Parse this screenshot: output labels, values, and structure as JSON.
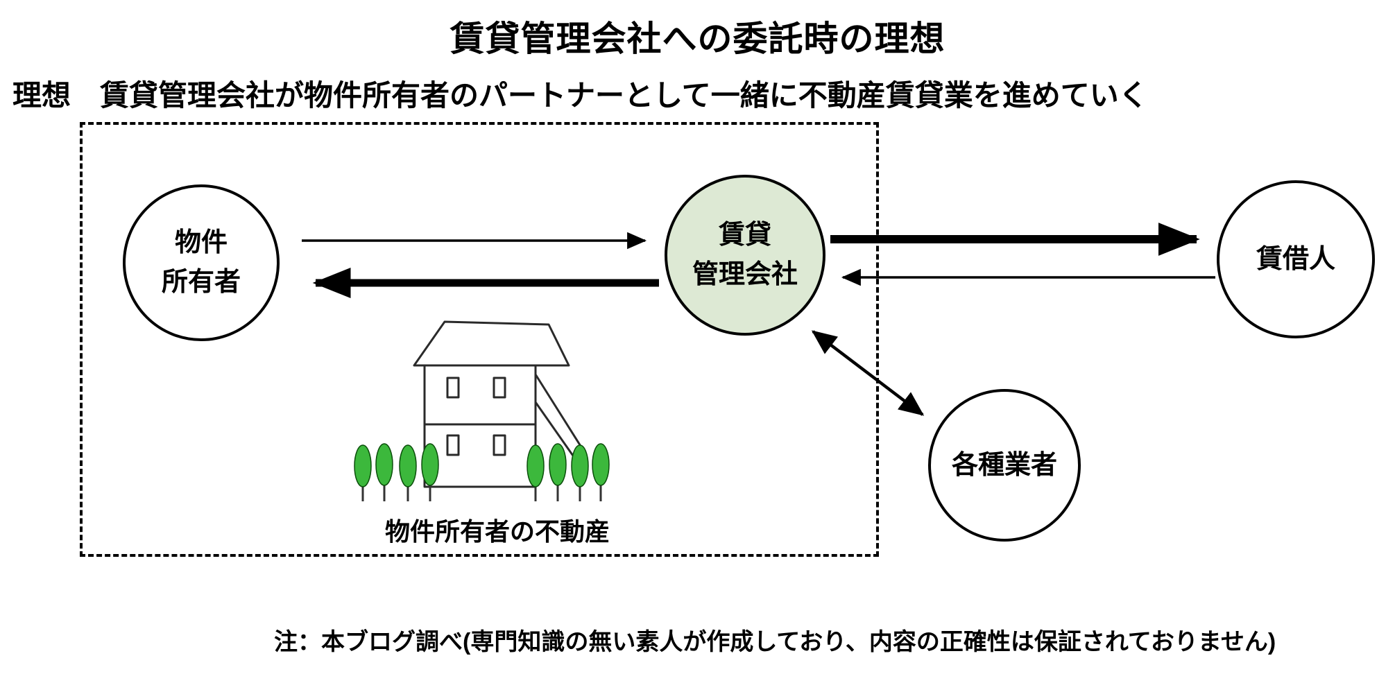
{
  "title": "賃貸管理会社への委託時の理想",
  "subtitle": "理想　賃貸管理会社が物件所有者のパートナーとして一緒に不動産賃貸業を進めていく",
  "nodes": {
    "owner": {
      "line1": "物件",
      "line2": "所有者"
    },
    "manager": {
      "line1": "賃貸",
      "line2": "管理会社"
    },
    "tenant": {
      "label": "賃借人"
    },
    "vendors": {
      "label": "各種業者"
    }
  },
  "labels": {
    "property": "物件所有者の不動産",
    "note": "注：本ブログ調べ(専門知識の無い素人が作成しており、内容の正確性は保証されておりません)"
  },
  "colors": {
    "manager_fill": "#dde9d4",
    "tree_green": "#3cb83c",
    "ink": "#000000"
  }
}
